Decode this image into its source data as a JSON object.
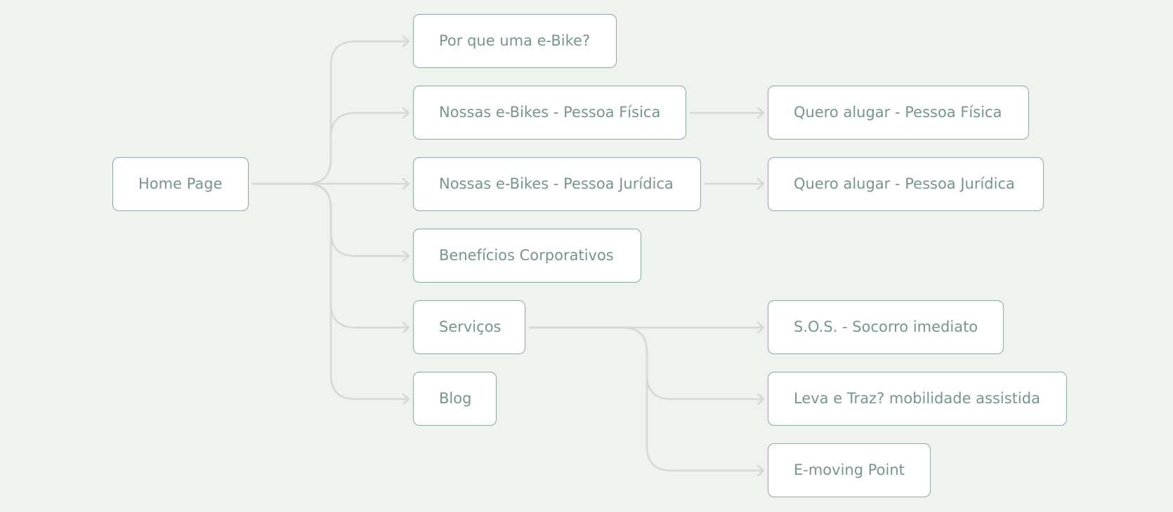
{
  "diagram": {
    "colors": {
      "background": "#eef3ef",
      "node_fill": "#ffffff",
      "node_border": "#8ea89a",
      "node_text": "#76968a",
      "connector": "#d3dad5"
    },
    "root": {
      "label": "Home Page"
    },
    "level1": [
      {
        "id": "why",
        "label": "Por que uma e-Bike?"
      },
      {
        "id": "pf",
        "label": "Nossas e-Bikes - Pessoa Física"
      },
      {
        "id": "pj",
        "label": "Nossas e-Bikes - Pessoa Jurídica"
      },
      {
        "id": "benef",
        "label": "Benefícios Corporativos"
      },
      {
        "id": "serv",
        "label": "Serviços"
      },
      {
        "id": "blog",
        "label": "Blog"
      }
    ],
    "level2": [
      {
        "id": "rent-pf",
        "parent": "pf",
        "label": "Quero alugar - Pessoa Física"
      },
      {
        "id": "rent-pj",
        "parent": "pj",
        "label": "Quero alugar - Pessoa Jurídica"
      },
      {
        "id": "sos",
        "parent": "serv",
        "label": "S.O.S. - Socorro imediato"
      },
      {
        "id": "leva",
        "parent": "serv",
        "label": "Leva e Traz? mobilidade assistida"
      },
      {
        "id": "point",
        "parent": "serv",
        "label": "E-moving Point"
      }
    ]
  }
}
